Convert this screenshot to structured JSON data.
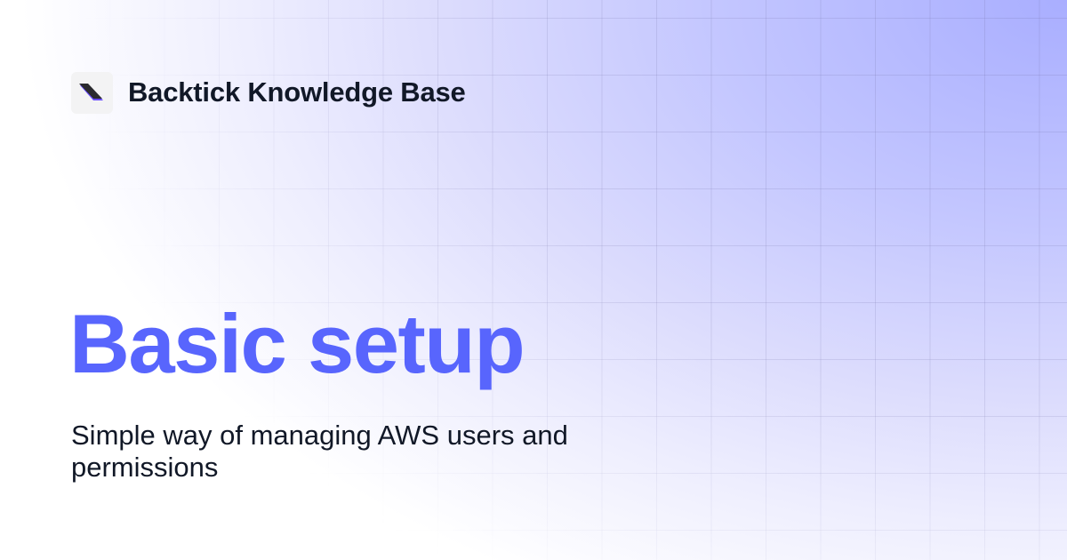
{
  "brand": {
    "logo_icon": "backtick-logo-icon",
    "name": "Backtick Knowledge Base"
  },
  "hero": {
    "title": "Basic setup",
    "subtitle": "Simple way of managing AWS users and permissions"
  },
  "colors": {
    "accent": "#5865fd",
    "text": "#111827",
    "gradient_corner": "#a9aeff",
    "logo_bg": "#f3f3f4",
    "logo_mark": "#2a2a2e",
    "logo_shadow": "#6a4cff"
  }
}
